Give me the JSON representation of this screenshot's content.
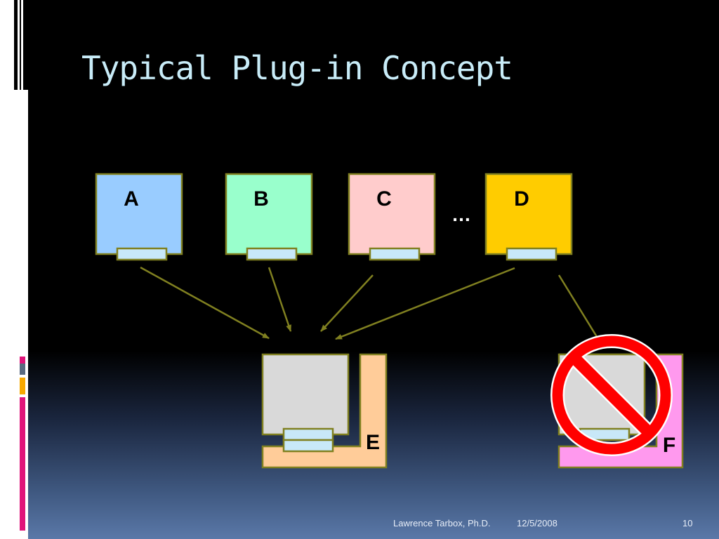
{
  "slide": {
    "title": "Typical Plug-in Concept",
    "footer_author": "Lawrence Tarbox, Ph.D.",
    "footer_date": "12/5/2008",
    "page_number": "10"
  },
  "diagram": {
    "plugins": [
      {
        "label": "A",
        "color": "#99ccff"
      },
      {
        "label": "B",
        "color": "#99ffcc"
      },
      {
        "label": "C",
        "color": "#ffcccc"
      },
      {
        "label": "D",
        "color": "#ffcc00"
      }
    ],
    "ellipsis": "…",
    "hosts": [
      {
        "label": "E",
        "color": "#ffcc99"
      },
      {
        "label": "F",
        "color": "#ff99ee"
      }
    ],
    "colors": {
      "outline": "#808020",
      "connector": "#c8e8f8",
      "host_box": "#d9d9d9",
      "arrow": "#808020",
      "prohibited": "#ff0000"
    },
    "icons": {
      "prohibited": "no-symbol-icon"
    }
  }
}
